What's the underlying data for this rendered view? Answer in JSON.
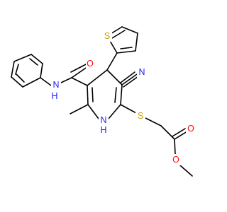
{
  "molecule": {
    "colors": {
      "carbon": "#000000",
      "oxygen": "#ff0d0d",
      "nitrogen": "#2020ff",
      "sulfur": "#c8a000",
      "background": "#ffffff"
    },
    "atoms": {
      "thiophene_s": "S",
      "thioether_s": "S",
      "amide_o": "O",
      "amide_nh": "N",
      "amide_h": "H",
      "ring_nh": "N",
      "ring_h": "H",
      "nitrile_n": "N",
      "ester_carbonyl_o": "O",
      "ester_ether_o": "O"
    }
  }
}
